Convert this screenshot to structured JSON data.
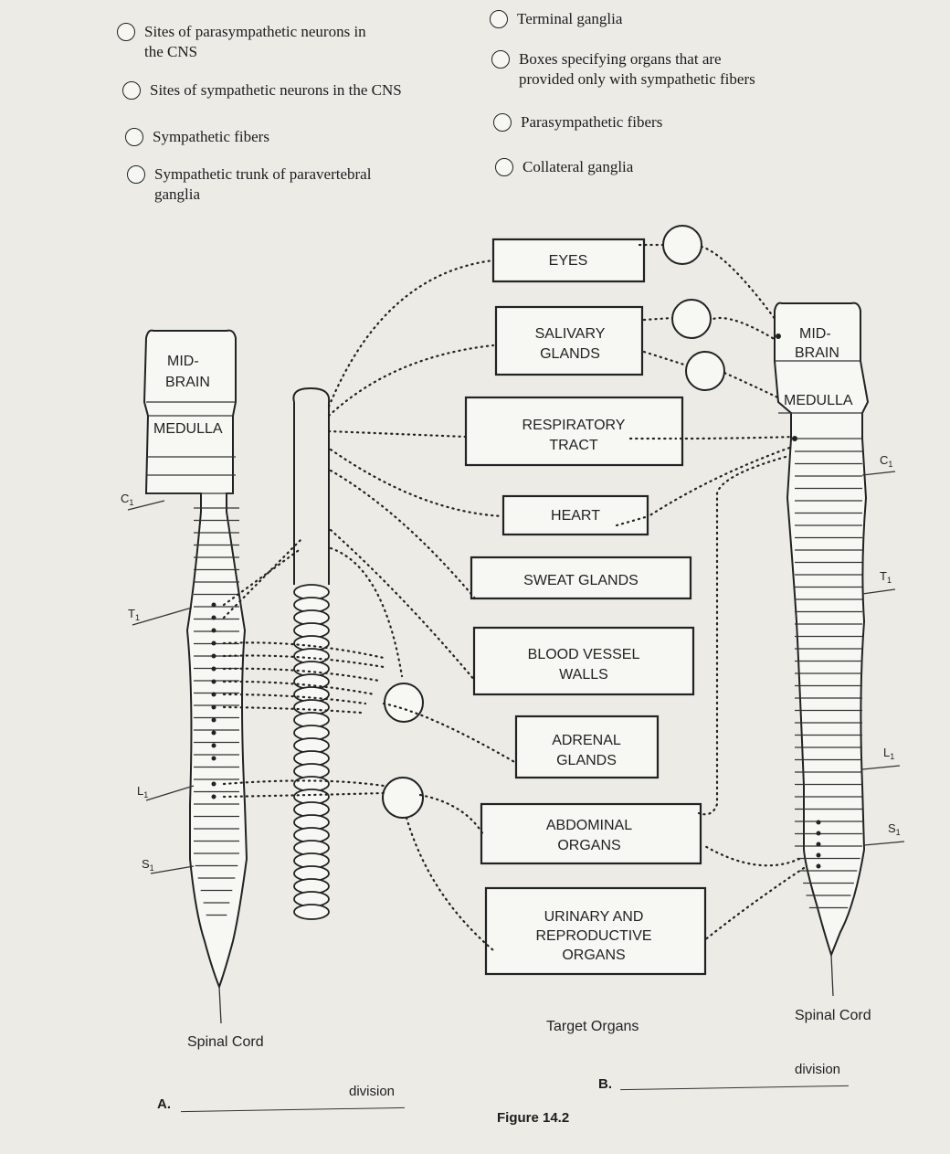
{
  "legend": {
    "left": [
      {
        "label": "Sites of parasympathetic neurons in\nthe CNS"
      },
      {
        "label": "Sites of sympathetic neurons in the CNS"
      },
      {
        "label": "Sympathetic fibers"
      },
      {
        "label": "Sympathetic trunk of paravertebral\nganglia"
      }
    ],
    "right": [
      {
        "label": "Terminal ganglia"
      },
      {
        "label": "Boxes specifying organs that are\nprovided only with sympathetic fibers"
      },
      {
        "label": "Parasympathetic fibers"
      },
      {
        "label": "Collateral ganglia"
      }
    ]
  },
  "organs": [
    {
      "line1": "EYES",
      "line2": ""
    },
    {
      "line1": "SALIVARY",
      "line2": "GLANDS"
    },
    {
      "line1": "RESPIRATORY",
      "line2": "TRACT"
    },
    {
      "line1": "HEART",
      "line2": ""
    },
    {
      "line1": "SWEAT GLANDS",
      "line2": ""
    },
    {
      "line1": "BLOOD VESSEL",
      "line2": "WALLS"
    },
    {
      "line1": "ADRENAL",
      "line2": "GLANDS"
    },
    {
      "line1": "ABDOMINAL",
      "line2": "ORGANS"
    },
    {
      "line1": "URINARY AND",
      "line2": "REPRODUCTIVE",
      "line3": "ORGANS"
    }
  ],
  "left_cord": {
    "midbrain1": "MID-",
    "midbrain2": "BRAIN",
    "medulla": "MEDULLA",
    "seg_c": "C",
    "seg_t": "T",
    "seg_l": "L",
    "seg_s": "S",
    "sub": "1",
    "caption": "Spinal Cord"
  },
  "right_cord": {
    "midbrain1": "MID-",
    "midbrain2": "BRAIN",
    "medulla": "MEDULLA",
    "seg_c": "C",
    "seg_t": "T",
    "seg_l": "L",
    "seg_s": "S",
    "sub": "1",
    "caption": "Spinal Cord"
  },
  "target_label": "Target Organs",
  "blank_a": {
    "letter": "A.",
    "word": "division"
  },
  "blank_b": {
    "letter": "B.",
    "word": "division"
  },
  "figure_label": "Figure 14.2"
}
